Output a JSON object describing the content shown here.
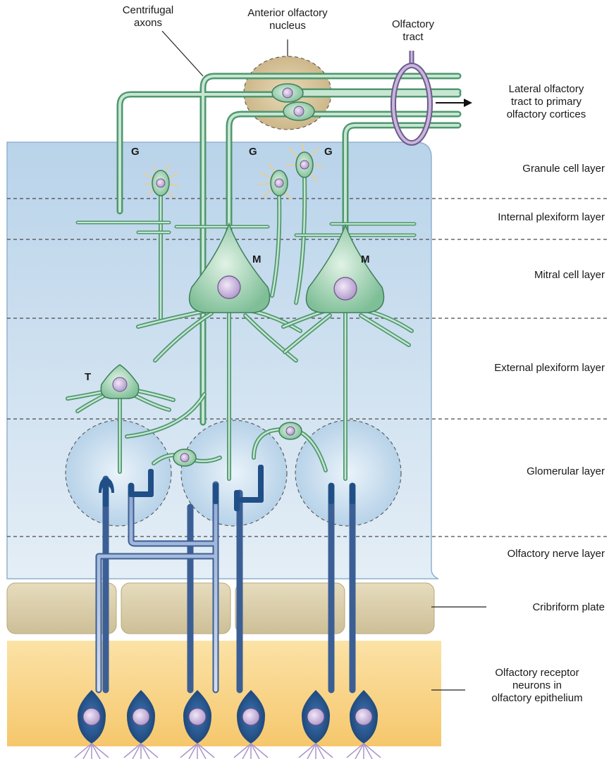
{
  "top_labels": {
    "centrifugal_axons": "Centrifugal\naxons",
    "anterior_olfactory_nucleus": "Anterior olfactory\nnucleus",
    "olfactory_tract": "Olfactory\ntract",
    "lateral_olfactory_tract": "Lateral olfactory\ntract to primary\nolfactory cortices"
  },
  "layers": [
    "Granule cell layer",
    "Internal plexiform layer",
    "Mitral cell layer",
    "External plexiform layer",
    "Glomerular layer",
    "Olfactory nerve layer",
    "Cribriform plate",
    "Olfactory receptor\nneurons in\nolfactory epithelium"
  ],
  "cell_markers": {
    "granule_1": "G",
    "granule_2": "G",
    "granule_3": "G",
    "mitral_1": "M",
    "mitral_2": "M",
    "tufted": "T"
  },
  "colors": {
    "bulb_fill": "#cfe0ef",
    "bulb_stroke": "#8fb2cf",
    "neuron_green": "#6fb08a",
    "neuron_green_light": "#c7e6d1",
    "receptor_blue": "#1f4f86",
    "receptor_light": "#b9c8e2",
    "nucleus_fill": "#d8c6e6",
    "cribriform": "#d9cda8",
    "epithelium": "#f9d78e",
    "ant_nucleus": "#d8c59c",
    "tract_ring": "#9b86b8"
  }
}
